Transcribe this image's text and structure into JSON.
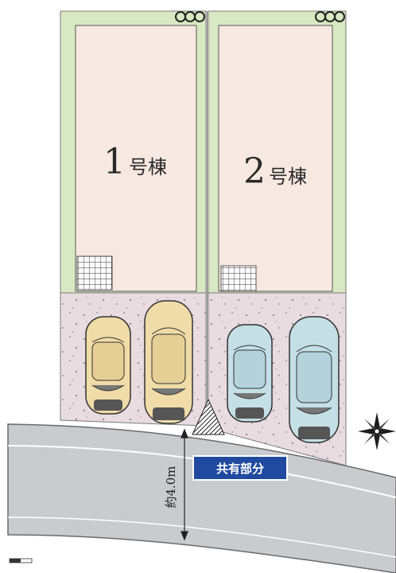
{
  "plan": {
    "lots": [
      {
        "number": "1",
        "suffix": "号棟"
      },
      {
        "number": "2",
        "suffix": "号棟"
      }
    ],
    "shared_area_label": "共有部分",
    "road_width_label": "約4.0m"
  },
  "colors": {
    "house": "#f7e9e1",
    "garden": "#d8e8c2",
    "parking": "#e7dbe0",
    "road": "#c9cbcf",
    "label_bg": "#1f4aa0",
    "car_yellow": "#f0dca8",
    "car_blue": "#c5dfe6"
  },
  "icons": [
    "tree-icon",
    "compass-icon",
    "car-icon",
    "hatch-icon"
  ]
}
